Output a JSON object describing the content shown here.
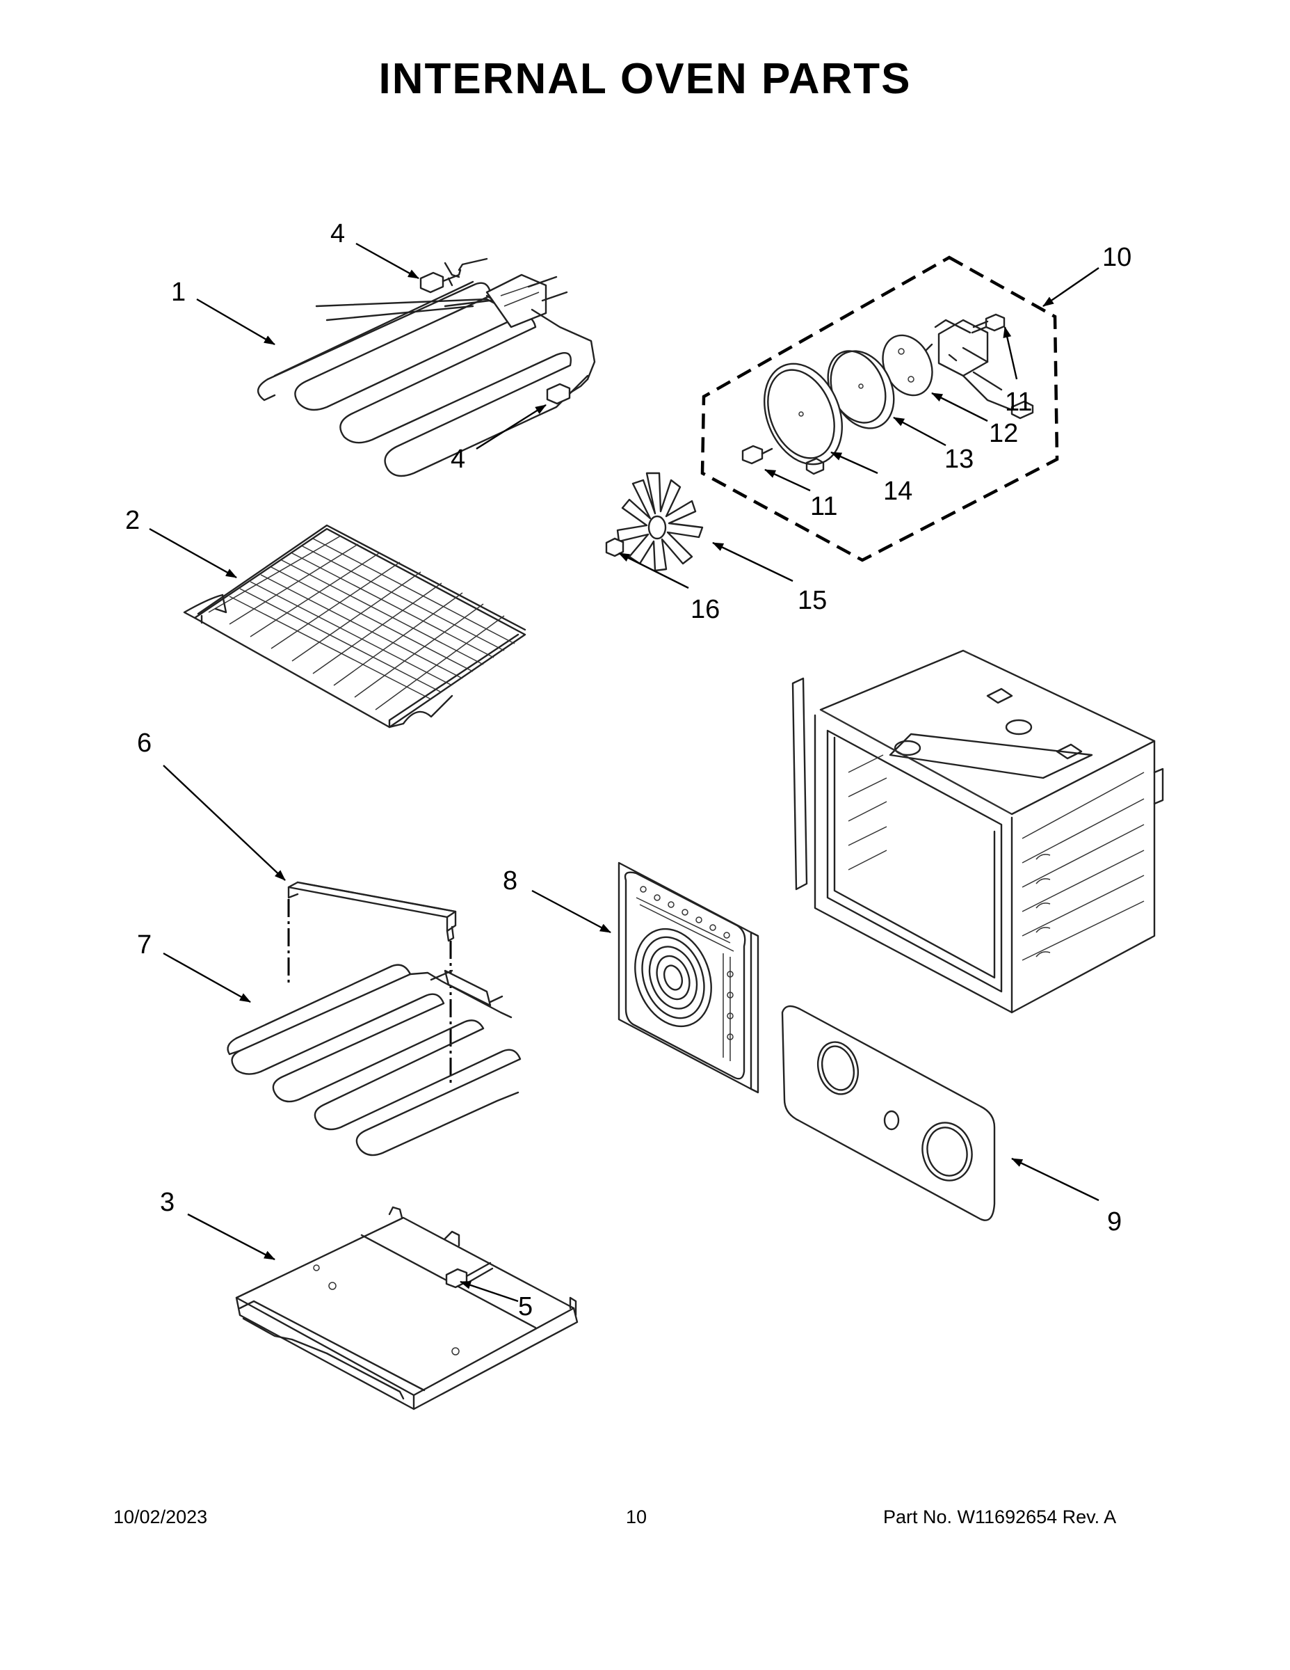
{
  "header": {
    "title": "INTERNAL OVEN PARTS"
  },
  "footer": {
    "date": "10/02/2023",
    "page": "10",
    "part_number": "Part No.  W11692654  Rev.  A"
  },
  "callouts": {
    "c1": "1",
    "c2": "2",
    "c3": "3",
    "c4a": "4",
    "c4b": "4",
    "c5": "5",
    "c6": "6",
    "c7": "7",
    "c8": "8",
    "c9": "9",
    "c10": "10",
    "c11a": "11",
    "c11b": "11",
    "c12": "12",
    "c13": "13",
    "c14": "14",
    "c15": "15",
    "c16": "16"
  }
}
